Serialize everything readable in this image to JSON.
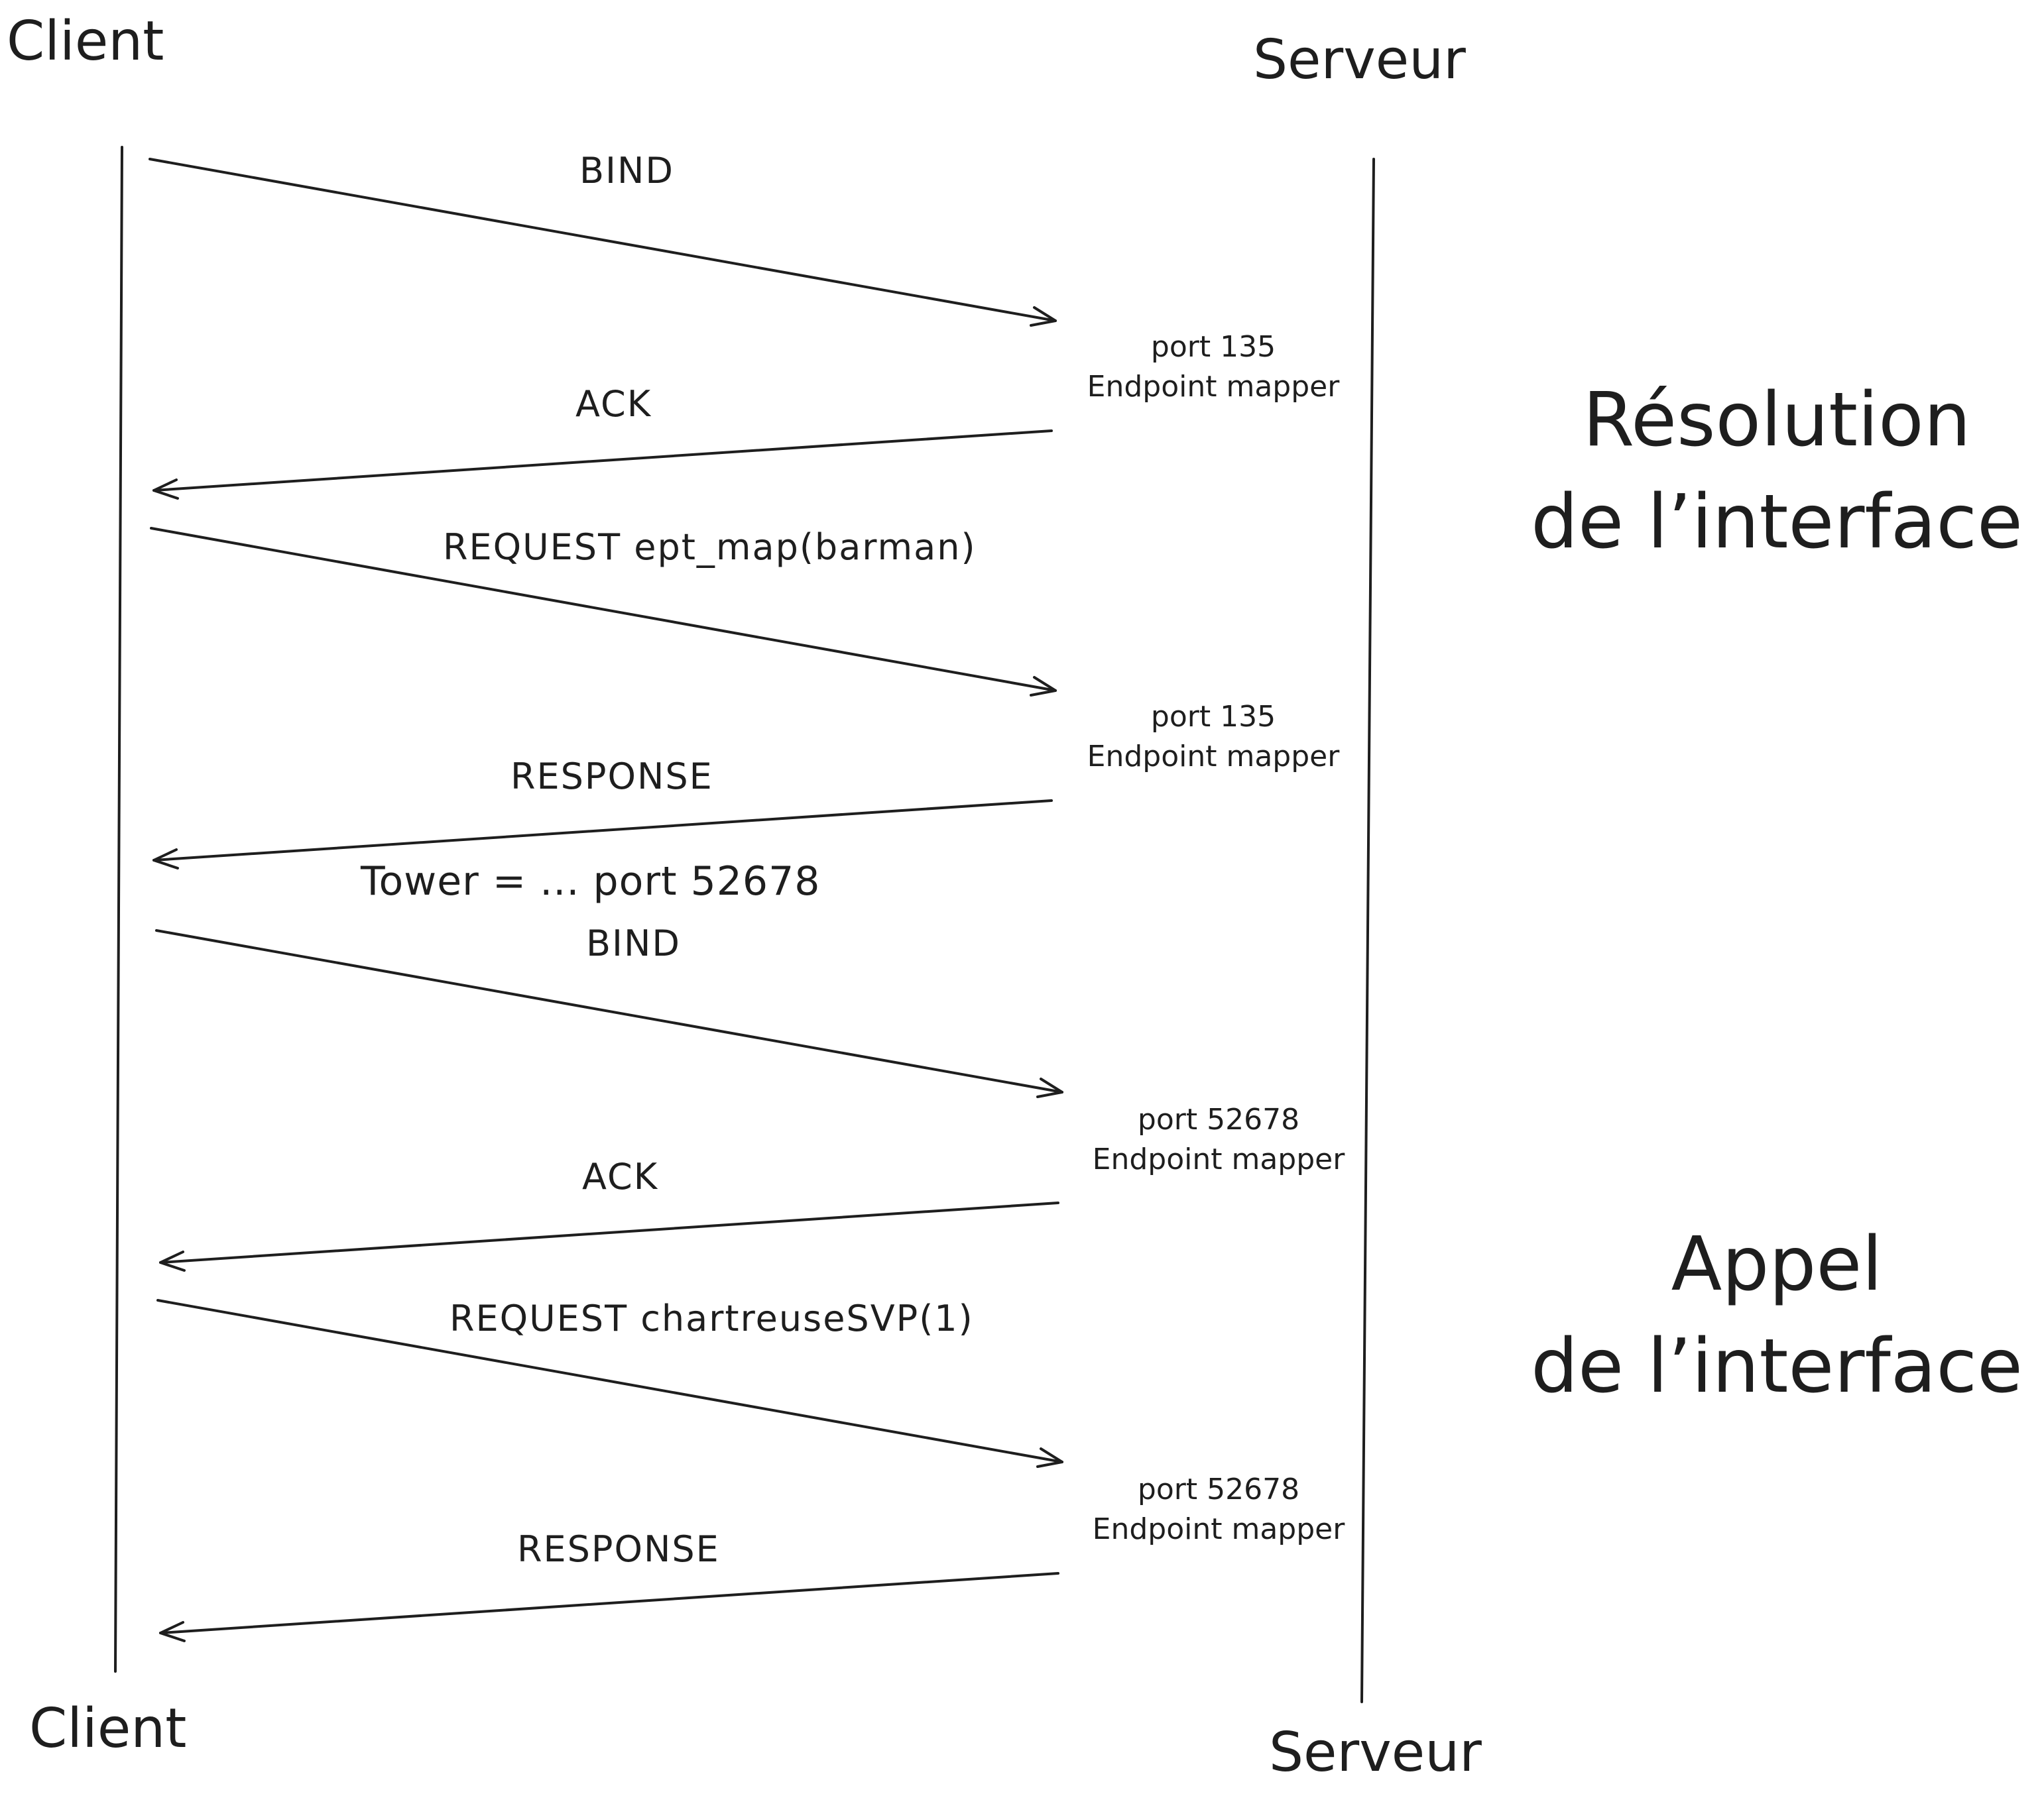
{
  "actors": {
    "client": "Client",
    "server": "Serveur"
  },
  "messages": [
    {
      "label": "BIND",
      "direction": "to-server"
    },
    {
      "label": "ACK",
      "direction": "to-client"
    },
    {
      "label": "REQUEST ept_map(barman)",
      "direction": "to-server"
    },
    {
      "label": "RESPONSE",
      "direction": "to-client"
    },
    {
      "label": "BIND",
      "direction": "to-server"
    },
    {
      "label": "ACK",
      "direction": "to-client"
    },
    {
      "label": "REQUEST chartreuseSVP(1)",
      "direction": "to-server"
    },
    {
      "label": "RESPONSE",
      "direction": "to-client"
    }
  ],
  "server_notes": [
    {
      "port": "port 135",
      "service": "Endpoint mapper"
    },
    {
      "port": "port 135",
      "service": "Endpoint mapper"
    },
    {
      "port": "port 52678",
      "service": "Endpoint mapper"
    },
    {
      "port": "port 52678",
      "service": "Endpoint mapper"
    }
  ],
  "response_annotation": "Tower = ... port 52678",
  "phases": [
    {
      "line1": "Résolution",
      "line2": "de l’interface"
    },
    {
      "line1": "Appel",
      "line2": "de l’interface"
    }
  ]
}
